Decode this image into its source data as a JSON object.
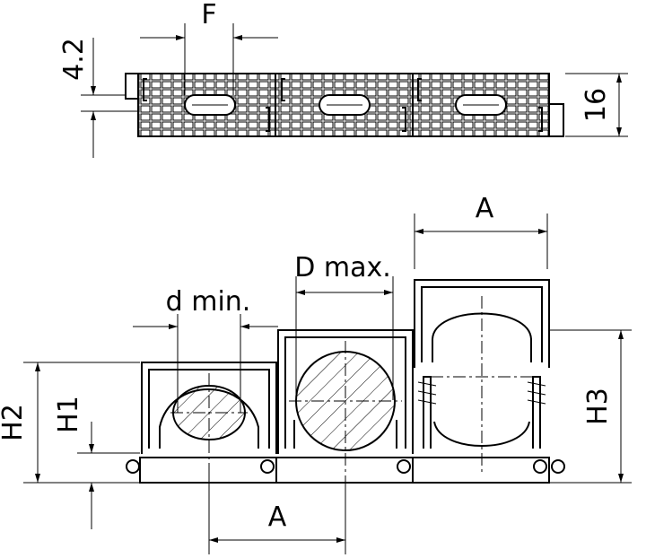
{
  "labels": {
    "f": "F",
    "dim_42": "4.2",
    "dim_16": "16",
    "a_top": "A",
    "d_max": "D max.",
    "d_min": "d min.",
    "h1": "H1",
    "h2": "H2",
    "h3": "H3",
    "a_bottom": "A"
  }
}
